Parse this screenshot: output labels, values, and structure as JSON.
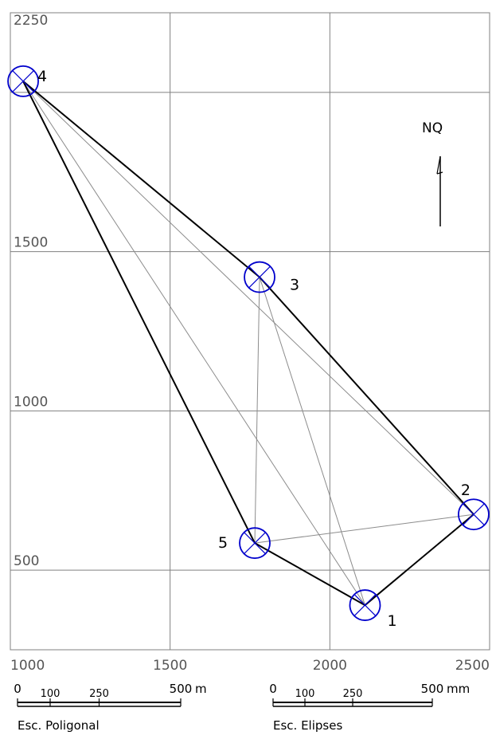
{
  "colors": {
    "grid": "#808080",
    "thin_line": "#8c8c8c",
    "thick_line": "#000000",
    "ellipse": "#0000cc"
  },
  "chart_data": {
    "type": "scatter",
    "xlim": [
      1000,
      2500
    ],
    "ylim": [
      250,
      2250
    ],
    "x_ticks": [
      {
        "value": 1000,
        "label": "1000"
      },
      {
        "value": 1500,
        "label": "1500"
      },
      {
        "value": 2000,
        "label": "2000"
      },
      {
        "value": 2500,
        "label": "2500"
      }
    ],
    "y_ticks": [
      {
        "value": 500,
        "label": "500"
      },
      {
        "value": 1000,
        "label": "1000"
      },
      {
        "value": 1500,
        "label": "1500"
      },
      {
        "value": 2250,
        "label": "2250"
      }
    ],
    "grid_y_values": [
      500,
      1000,
      1500,
      2000
    ],
    "grid": true,
    "points": [
      {
        "id": "1",
        "label": "1",
        "x": 2110,
        "y": 390
      },
      {
        "id": "2",
        "label": "2",
        "x": 2450,
        "y": 675
      },
      {
        "id": "3",
        "label": "3",
        "x": 1780,
        "y": 1420
      },
      {
        "id": "4",
        "label": "4",
        "x": 1040,
        "y": 2035
      },
      {
        "id": "5",
        "label": "5",
        "x": 1765,
        "y": 585
      }
    ],
    "polygon": [
      "4",
      "3",
      "2",
      "1",
      "5",
      "4"
    ],
    "observations": [
      [
        "4",
        "2"
      ],
      [
        "4",
        "1"
      ],
      [
        "3",
        "5"
      ],
      [
        "3",
        "1"
      ],
      [
        "5",
        "2"
      ]
    ]
  },
  "north": {
    "label": "NQ"
  },
  "scale_polygonal": {
    "ticks": [
      {
        "value": 0,
        "label": "0"
      },
      {
        "value": 100,
        "label": "100"
      },
      {
        "value": 250,
        "label": "250"
      },
      {
        "value": 500,
        "label": "500"
      }
    ],
    "unit": "m",
    "caption": "Esc. Poligonal"
  },
  "scale_ellipses": {
    "ticks": [
      {
        "value": 0,
        "label": "0"
      },
      {
        "value": 100,
        "label": "100"
      },
      {
        "value": 250,
        "label": "250"
      },
      {
        "value": 500,
        "label": "500"
      }
    ],
    "unit": "mm",
    "caption": "Esc. Elipses"
  }
}
